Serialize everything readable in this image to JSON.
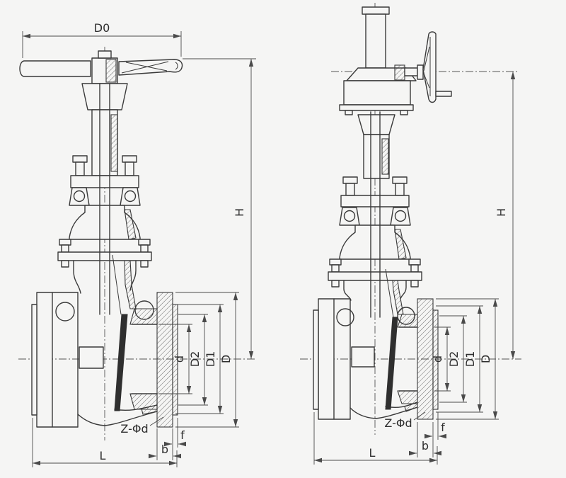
{
  "page": {
    "title": "Gate valve dimensional drawing",
    "style": {
      "background": "#f5f5f4",
      "line_color": "#3a3a3a",
      "dimension_color": "#4a4a4a",
      "text_color": "#2e2e2e",
      "wedge_fill": "#2f2f2f"
    }
  },
  "left_valve": {
    "name": "handwheel-operated rising stem gate valve, half section",
    "labels": {
      "D0": "D0",
      "H": "H",
      "d": "d",
      "D2": "D2",
      "D1": "D1",
      "D": "D",
      "Z_Phi_d": "Z-Φd",
      "f": "f",
      "b": "b",
      "L": "L"
    }
  },
  "right_valve": {
    "name": "bevel-gear operated gate valve with stem protection tube, half section",
    "labels": {
      "H": "H",
      "d": "d",
      "D2": "D2",
      "D1": "D1",
      "D": "D",
      "Z_Phi_d": "Z-Φd",
      "f": "f",
      "b": "b",
      "L": "L"
    }
  }
}
